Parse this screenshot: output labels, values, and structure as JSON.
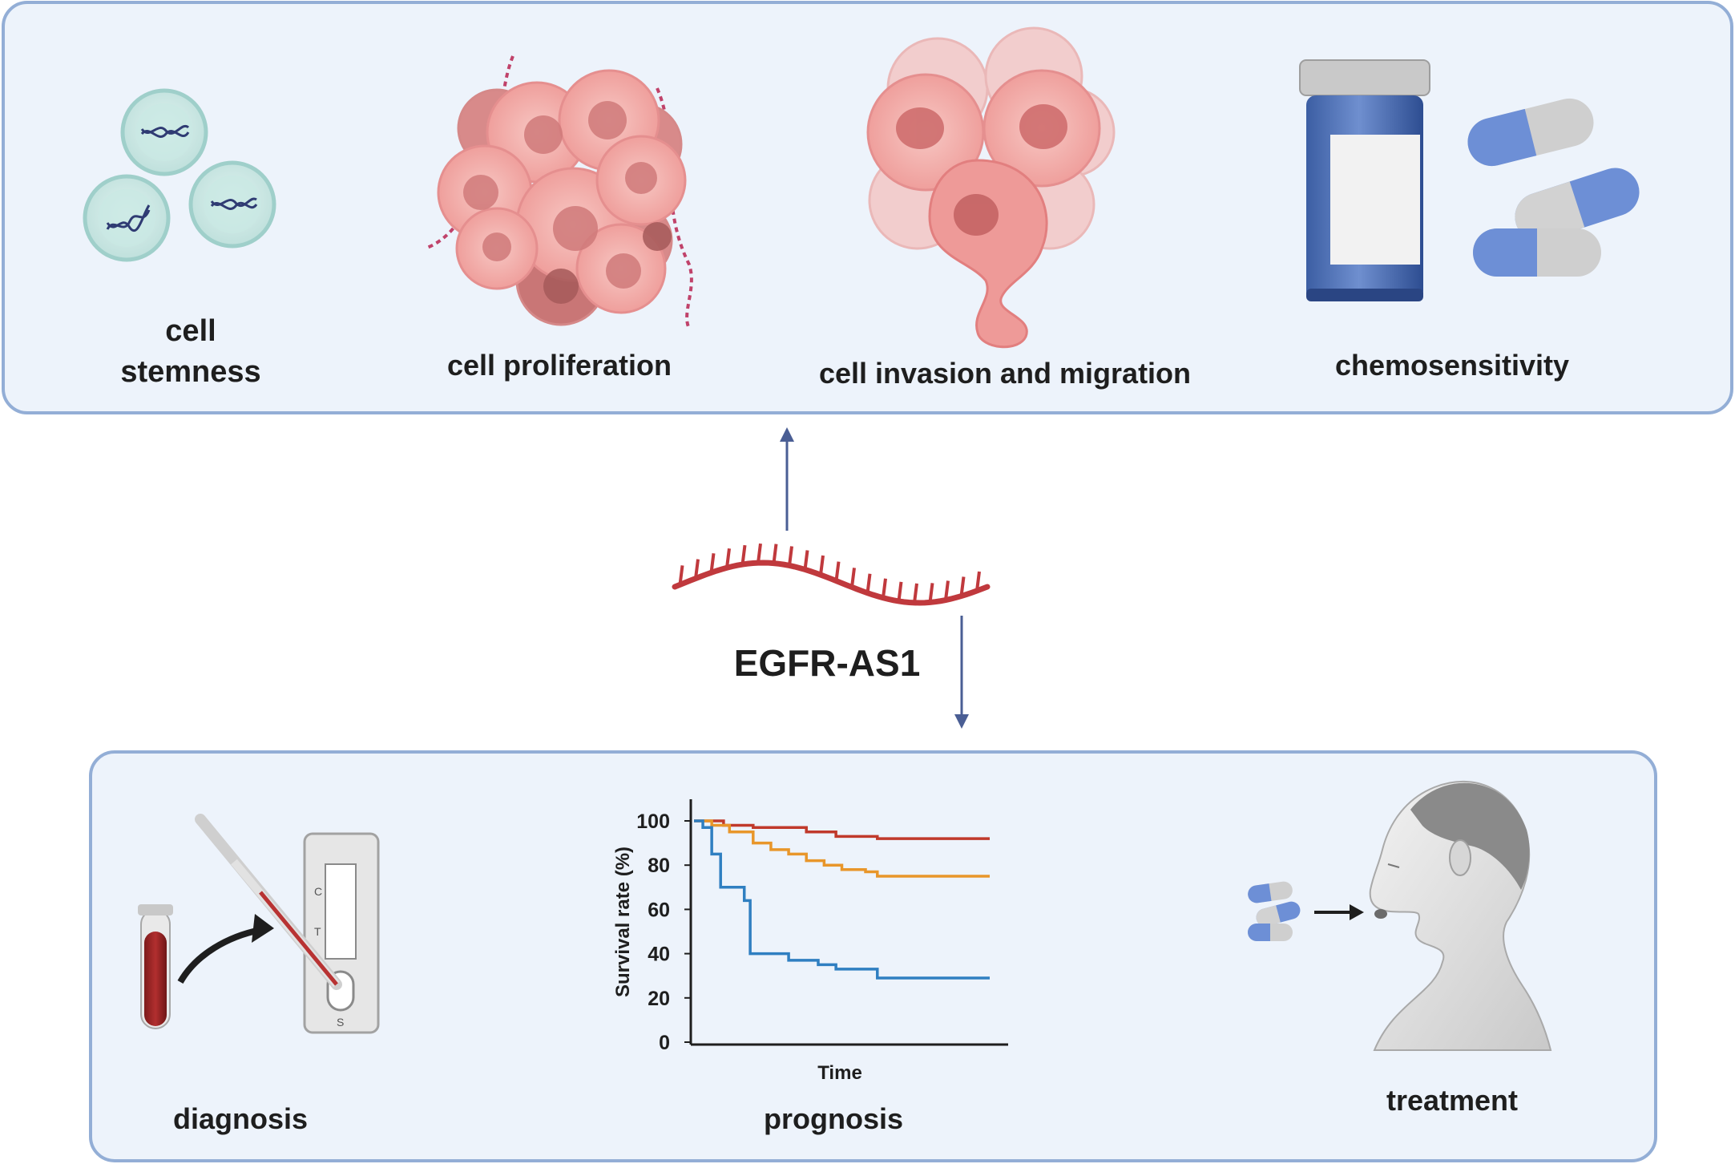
{
  "top_panel": {
    "stemness": {
      "line1": "cell",
      "line2": "stemness"
    },
    "proliferation": "cell proliferation",
    "invasion": "cell invasion and migration",
    "chemo": "chemosensitivity"
  },
  "center": {
    "gene": "EGFR-AS1"
  },
  "bottom_panel": {
    "diagnosis": "diagnosis",
    "prognosis": "prognosis",
    "treatment": "treatment",
    "test_strip": {
      "c": "C",
      "t": "T",
      "s": "S"
    }
  },
  "colors": {
    "panel_fill": "#edf3fb",
    "panel_border": "#93aed6",
    "arrow": "#4a5e94",
    "rna": "#c0393d",
    "series_high": "#c0392b",
    "series_mid": "#e8962a",
    "series_low": "#2f7fc1"
  },
  "chart_data": {
    "type": "line",
    "step": true,
    "xlabel": "Time",
    "ylabel": "Survival rate (%)",
    "ylim": [
      0,
      100
    ],
    "yticks": [
      0,
      20,
      40,
      60,
      80,
      100
    ],
    "xlim": [
      0,
      100
    ],
    "series": [
      {
        "color": "#c0392b",
        "points": [
          [
            0,
            100
          ],
          [
            10,
            98
          ],
          [
            20,
            97
          ],
          [
            38,
            95
          ],
          [
            48,
            93
          ],
          [
            62,
            92
          ],
          [
            100,
            92
          ]
        ]
      },
      {
        "color": "#e8962a",
        "points": [
          [
            0,
            100
          ],
          [
            6,
            98
          ],
          [
            12,
            95
          ],
          [
            20,
            90
          ],
          [
            26,
            87
          ],
          [
            32,
            85
          ],
          [
            38,
            82
          ],
          [
            44,
            80
          ],
          [
            50,
            78
          ],
          [
            58,
            77
          ],
          [
            62,
            75
          ],
          [
            100,
            75
          ]
        ]
      },
      {
        "color": "#2f7fc1",
        "points": [
          [
            0,
            100
          ],
          [
            3,
            97
          ],
          [
            6,
            85
          ],
          [
            9,
            70
          ],
          [
            13,
            70
          ],
          [
            17,
            64
          ],
          [
            19,
            40
          ],
          [
            26,
            40
          ],
          [
            32,
            37
          ],
          [
            42,
            35
          ],
          [
            48,
            33
          ],
          [
            62,
            29
          ],
          [
            100,
            29
          ]
        ]
      }
    ]
  }
}
